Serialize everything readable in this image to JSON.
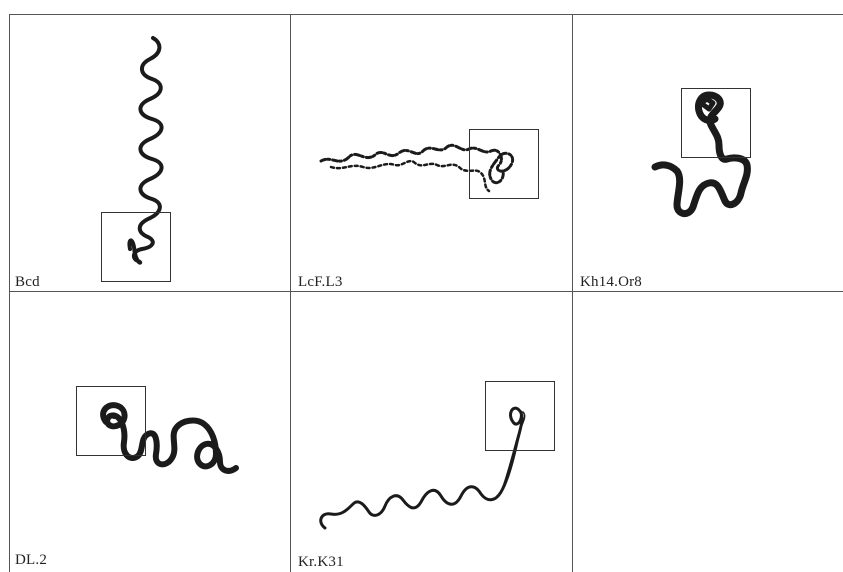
{
  "panels": [
    {
      "label": "Bcd"
    },
    {
      "label": "LcF.L3"
    },
    {
      "label": "Kh14.Or8"
    },
    {
      "label": "DL.2"
    },
    {
      "label": "Kr.K31"
    }
  ]
}
